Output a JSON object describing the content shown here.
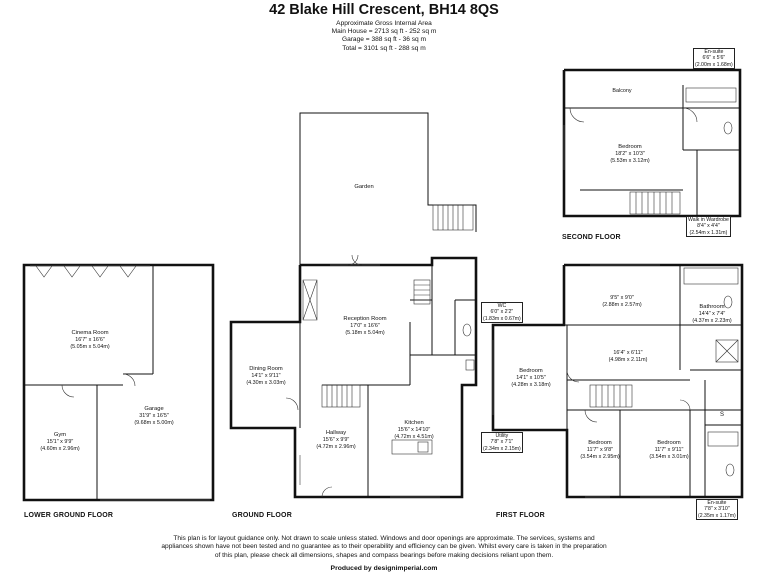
{
  "header": {
    "title": "42 Blake Hill Crescent, BH14 8QS",
    "area_heading": "Approximate Gross Internal Area",
    "main_house": "Main House = 2713 sq ft - 252 sq m",
    "garage": "Garage = 388 sq ft - 36 sq m",
    "total": "Total = 3101 sq ft - 288 sq m"
  },
  "floors": {
    "lower_ground": "LOWER GROUND FLOOR",
    "ground": "GROUND FLOOR",
    "first": "FIRST FLOOR",
    "second": "SECOND FLOOR"
  },
  "rooms": {
    "garden": {
      "name": "Garden"
    },
    "reception": {
      "name": "Reception Room",
      "imperial": "17'0\" x 16'6\"",
      "metric": "(5.18m x 5.04m)"
    },
    "dining": {
      "name": "Dining Room",
      "imperial": "14'1\" x 9'11\"",
      "metric": "(4.30m x 3.03m)"
    },
    "hallway": {
      "name": "Hallway",
      "imperial": "15'6\" x 9'9\"",
      "metric": "(4.72m x 2.96m)"
    },
    "kitchen": {
      "name": "Kitchen",
      "imperial": "15'6\" x 14'10\"",
      "metric": "(4.72m x 4.51m)"
    },
    "wc": {
      "name": "WC",
      "imperial": "6'0\" x 2'2\"",
      "metric": "(1.83m x 0.67m)"
    },
    "utility": {
      "name": "Utility",
      "imperial": "7'8\" x 7'1\"",
      "metric": "(2.34m x 2.15m)"
    },
    "cinema": {
      "name": "Cinema Room",
      "imperial": "16'7\" x 16'6\"",
      "metric": "(5.05m x 5.04m)"
    },
    "gym": {
      "name": "Gym",
      "imperial": "15'1\" x 9'9\"",
      "metric": "(4.60m x 2.96m)"
    },
    "garage_room": {
      "name": "Garage",
      "imperial": "31'9\" x 16'5\"",
      "metric": "(9.68m x 5.00m)"
    },
    "fb_top": {
      "name": "",
      "imperial": "9'5\" x 9'0\"",
      "metric": "(2.88m x 2.57m)"
    },
    "fb_bath": {
      "name": "Bathroom",
      "imperial": "14'4\" x 7'4\"",
      "metric": "(4.37m x 2.23m)"
    },
    "fb_mid": {
      "name": "",
      "imperial": "16'4\" x 6'11\"",
      "metric": "(4.98m x 2.11m)"
    },
    "fb_left": {
      "name": "Bedroom",
      "imperial": "14'1\" x 10'5\"",
      "metric": "(4.28m x 3.18m)"
    },
    "fb_b2": {
      "name": "Bedroom",
      "imperial": "11'7\" x 9'8\"",
      "metric": "(3.54m x 2.95m)"
    },
    "fb_b3": {
      "name": "Bedroom",
      "imperial": "11'7\" x 9'11\"",
      "metric": "(3.54m x 3.01m)"
    },
    "fb_s": {
      "name": "S"
    },
    "fb_ensuite": {
      "name": "En-suite",
      "imperial": "7'8\" x 3'10\"",
      "metric": "(2.35m x 1.17m)"
    },
    "sf_balcony": {
      "name": "Balcony"
    },
    "sf_bed": {
      "name": "Bedroom",
      "imperial": "18'2\" x 10'3\"",
      "metric": "(5.53m x 3.12m)"
    },
    "sf_ensuite": {
      "name": "En-suite",
      "imperial": "6'6\" x 5'6\"",
      "metric": "(2.00m x 1.68m)"
    },
    "sf_wardrobe": {
      "name": "Walk in Wardrobe",
      "imperial": "8'4\" x 4'4\"",
      "metric": "(2.54m x 1.31m)"
    }
  },
  "disclaimer": {
    "line1": "This plan is for layout guidance only.  Not drawn to scale unless stated.  Windows and door openings are approximate.  The services, systems and",
    "line2": "appliances shown have not been tested and no guarantee as to their operability and efficiency can be given.  Whilst every care is taken in the preparation",
    "line3": "of this plan, please check all dimensions, shapes and compass bearings before making decisions reliant upon them.",
    "credit": "Produced by designimperial.com"
  }
}
